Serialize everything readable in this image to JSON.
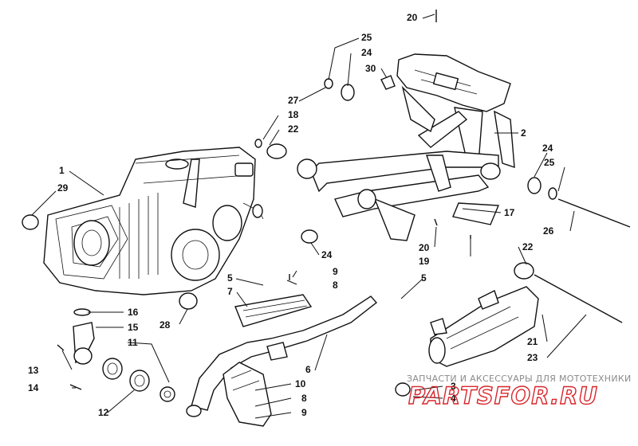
{
  "watermark": {
    "caption": "ЗАПЧАСТИ И АКСЕССУАРЫ ДЛЯ МОТОТЕХНИКИ",
    "logo_text": "PARTSFOR.RU",
    "accent_color": "#d8262b"
  },
  "callouts": {
    "c1": "1",
    "c2": "2",
    "c3": "3",
    "c4": "4",
    "c5a": "5",
    "c5b": "5",
    "c6": "6",
    "c7": "7",
    "c8a": "8",
    "c8b": "8",
    "c9a": "9",
    "c9b": "9",
    "c10": "10",
    "c11": "11",
    "c12": "12",
    "c13": "13",
    "c14": "14",
    "c15": "15",
    "c16": "16",
    "c17": "17",
    "c18": "18",
    "c19": "19",
    "c20a": "20",
    "c20b": "20",
    "c21": "21",
    "c22a": "22",
    "c22b": "22",
    "c23": "23",
    "c24a": "24",
    "c24b": "24",
    "c24c": "24",
    "c25a": "25",
    "c25b": "25",
    "c26": "26",
    "c27": "27",
    "c28": "28",
    "c29": "29",
    "c30": "30"
  }
}
